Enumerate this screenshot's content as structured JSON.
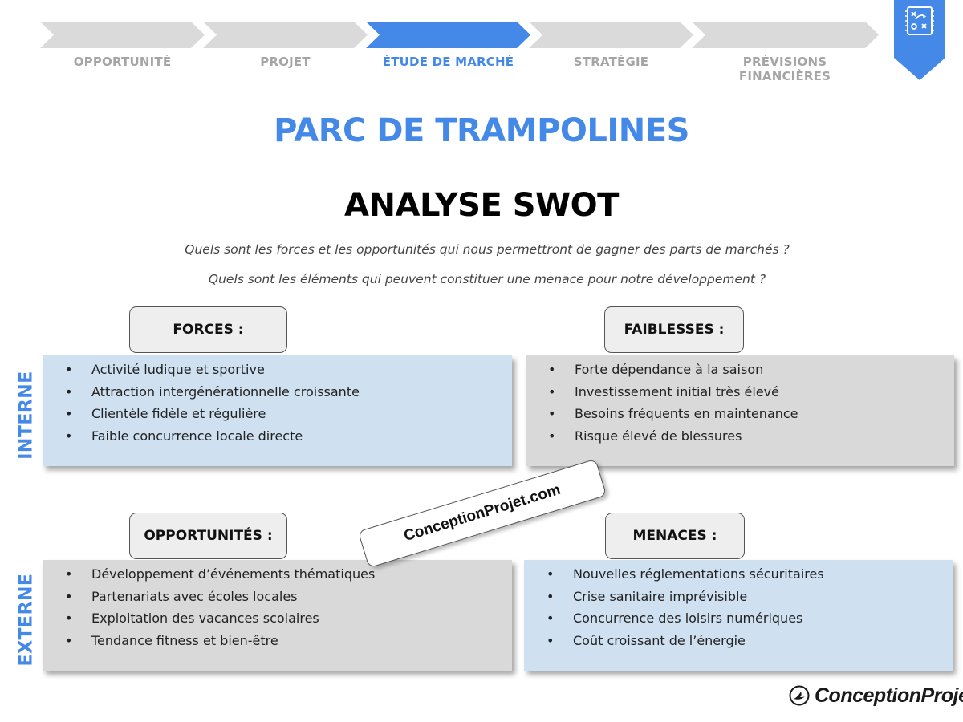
{
  "nav": {
    "steps": [
      {
        "label": "OPPORTUNITÉ",
        "active": false
      },
      {
        "label": "PROJET",
        "active": false
      },
      {
        "label": "ÉTUDE DE MARCHÉ",
        "active": true
      },
      {
        "label": "STRATÉGIE",
        "active": false
      },
      {
        "label": "PRÉVISIONS FINANCIÈRES",
        "active": false
      }
    ],
    "corner_icon": "strategy-board-icon",
    "accent_color": "#4589e8",
    "inactive_color": "#dadada"
  },
  "title": "PARC DE TRAMPOLINES",
  "subtitle": "ANALYSE SWOT",
  "questions": [
    "Quels sont les forces et les opportunités qui nous permettront de gagner des parts de marchés ?",
    "Quels sont les éléments qui peuvent constituer une menace pour notre développement ?"
  ],
  "axes": {
    "internal": "INTERNE",
    "external": "EXTERNE"
  },
  "swot": {
    "strengths": {
      "label": "FORCES :",
      "items": [
        "Activité ludique et sportive",
        "Attraction intergénérationnelle croissante",
        "Clientèle fidèle et régulière",
        "Faible concurrence locale directe"
      ]
    },
    "weaknesses": {
      "label": "FAIBLESSES :",
      "items": [
        "Forte dépendance à la saison",
        "Investissement initial très élevé",
        "Besoins fréquents en maintenance",
        "Risque élevé de blessures"
      ]
    },
    "opportunities": {
      "label": "OPPORTUNITÉS :",
      "items": [
        "Développement d’événements thématiques",
        "Partenariats avec écoles locales",
        "Exploitation des vacances scolaires",
        "Tendance fitness et bien-être"
      ]
    },
    "threats": {
      "label": "MENACES :",
      "items": [
        "Nouvelles réglementations sécuritaires",
        "Crise sanitaire imprévisible",
        "Concurrence des loisirs numériques",
        "Coût croissant de l’énergie"
      ]
    }
  },
  "watermark": "ConceptionProjet.com",
  "brand": {
    "name": "ConceptionProjet",
    "icon": "rocket-logo-icon"
  }
}
